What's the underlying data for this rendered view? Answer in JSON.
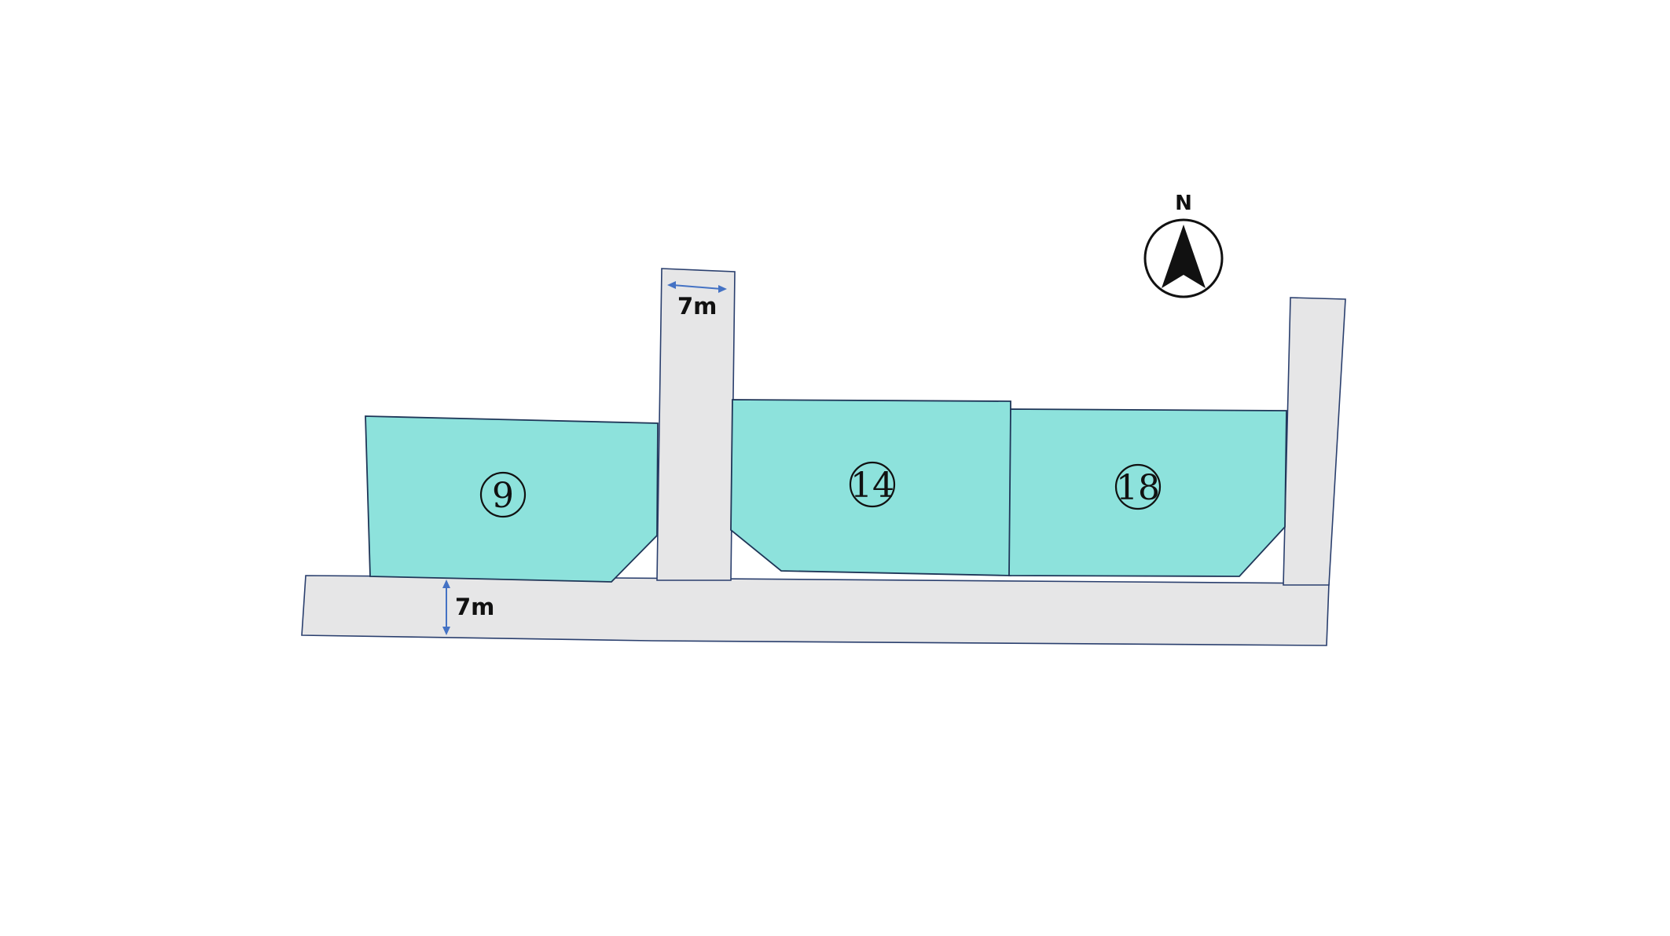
{
  "lots": [
    {
      "id": "lot-9",
      "label": "9"
    },
    {
      "id": "lot-14",
      "label": "14"
    },
    {
      "id": "lot-18",
      "label": "18"
    }
  ],
  "dimensions": {
    "road_width_top": "7m",
    "road_width_bottom": "7m"
  },
  "compass": {
    "label": "N"
  },
  "colors": {
    "lot_fill": "#8de2dc",
    "road_fill": "#e6e6e7",
    "outline": "#1f3658",
    "dimension_arrow": "#4472c4"
  }
}
